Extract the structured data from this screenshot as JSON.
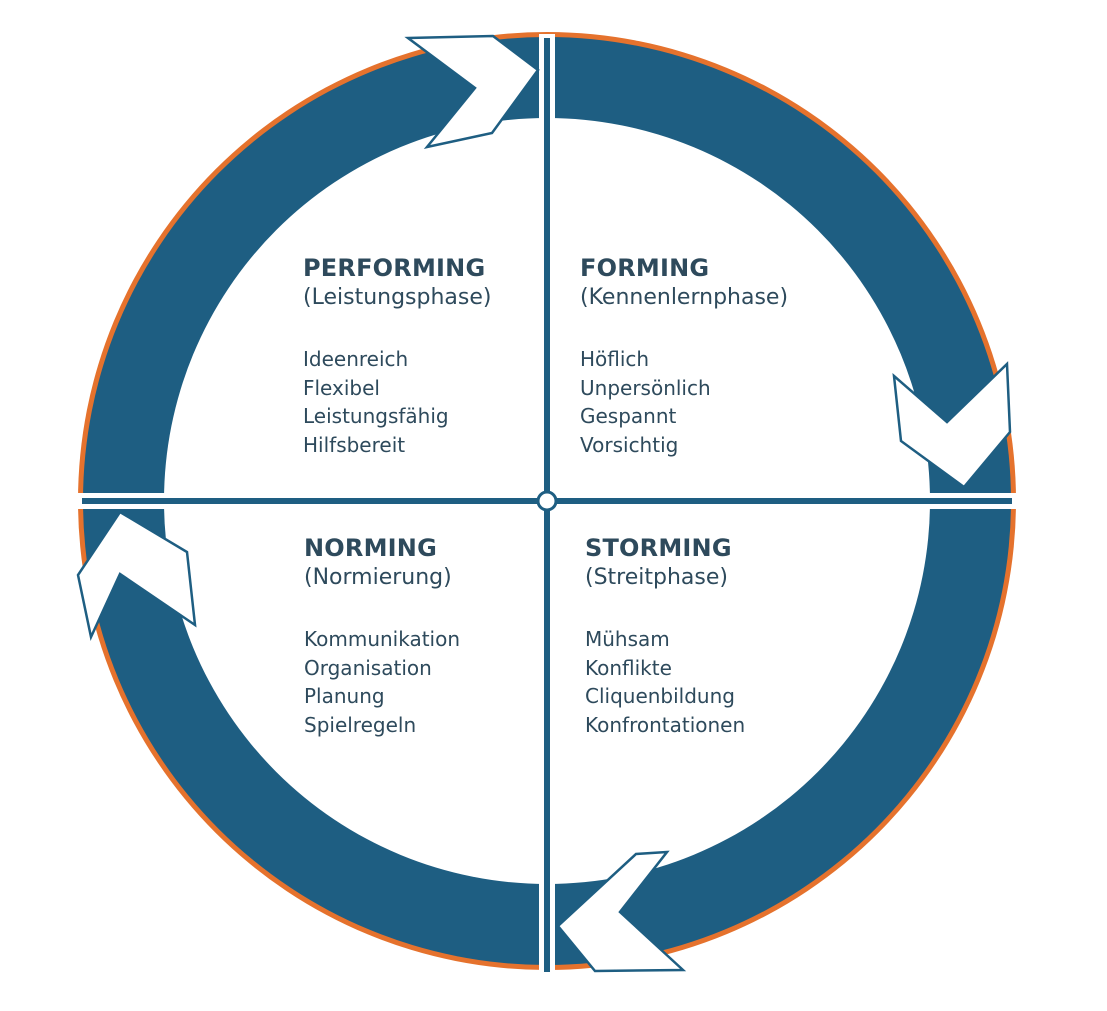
{
  "colors": {
    "ring": "#1e5e82",
    "outline": "#e5722d",
    "divider": "#1e5e82",
    "text": "#2e4a5c",
    "arrow_fill": "#ffffff"
  },
  "phases": {
    "performing": {
      "title": "PERFORMING",
      "subtitle": "(Leistungsphase)",
      "traits": [
        "Ideenreich",
        "Flexibel",
        "Leistungsfähig",
        "Hilfsbereit"
      ]
    },
    "forming": {
      "title": "FORMING",
      "subtitle": "(Kennenlernphase)",
      "traits": [
        "Höflich",
        "Unpersönlich",
        "Gespannt",
        "Vorsichtig"
      ]
    },
    "norming": {
      "title": "NORMING",
      "subtitle": "(Normierung)",
      "traits": [
        "Kommunikation",
        "Organisation",
        "Planung",
        "Spielregeln"
      ]
    },
    "storming": {
      "title": "STORMING",
      "subtitle": "(Streitphase)",
      "traits": [
        "Mühsam",
        "Konflikte",
        "Cliquenbildung",
        "Konfrontationen"
      ]
    }
  },
  "arrows": [
    {
      "name": "arrow-top-right-icon"
    },
    {
      "name": "arrow-right-down-icon"
    },
    {
      "name": "arrow-bottom-left-icon"
    },
    {
      "name": "arrow-left-up-icon"
    }
  ]
}
